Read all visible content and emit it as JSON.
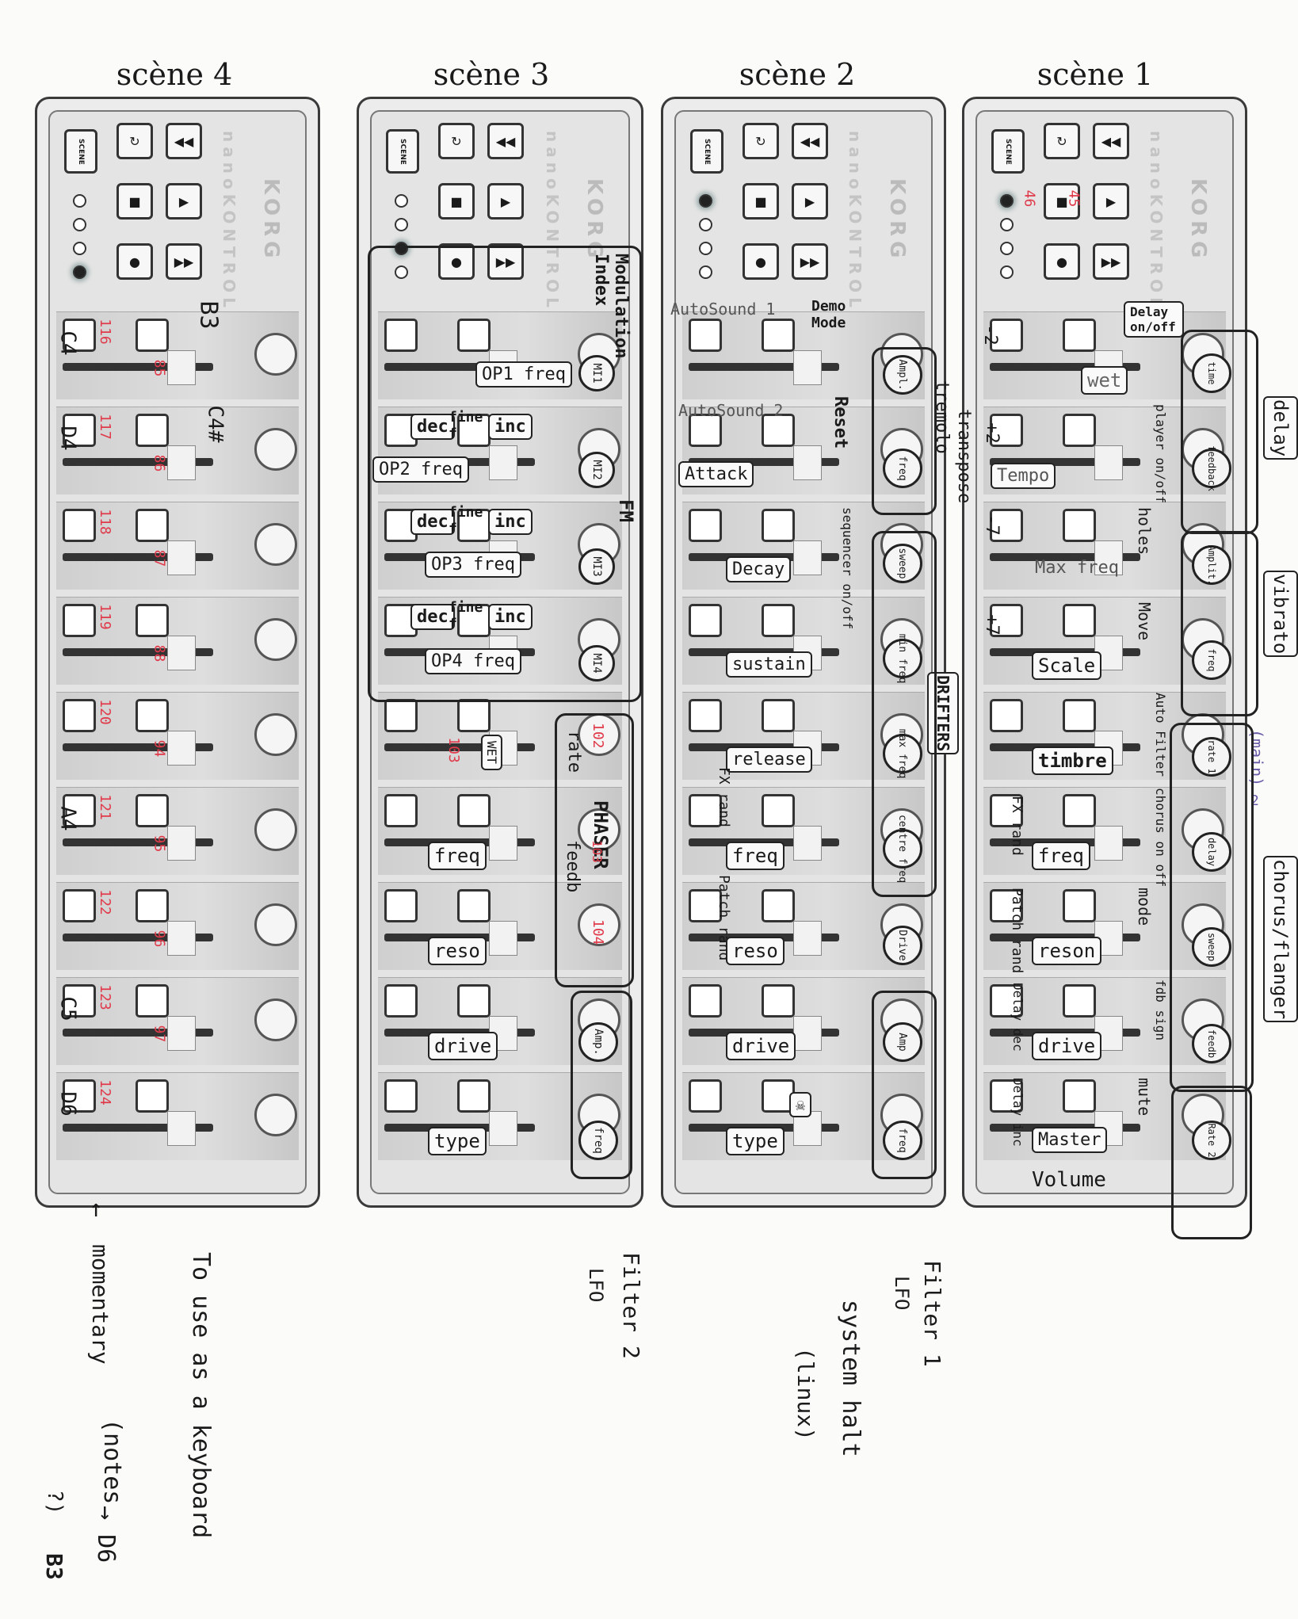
{
  "scenes": {
    "s4": "scène 4",
    "s3": "scène 3",
    "s2": "scène 2",
    "s1": "scène 1"
  },
  "hardware": {
    "brand": "KORG",
    "product": "nanoKONTROL",
    "scene_button": "SCENE"
  },
  "scene4": {
    "notes_left": [
      "C4",
      "D4",
      "",
      "",
      "",
      "A4",
      "",
      "C5",
      "D6"
    ],
    "top_note": "B3",
    "cs_note": "C4#",
    "cc_buttons": [
      "116",
      "117",
      "118",
      "119",
      "120",
      "121",
      "122",
      "123",
      "124"
    ],
    "cc_faders": [
      "85",
      "86",
      "87",
      "88",
      "94",
      "95",
      "96",
      "97"
    ],
    "note_bottom": "momentary",
    "keyboard_note": "To use as a keyboard",
    "notes_range": "(notes",
    "range_b3": "B3",
    "range_arrow": "→ D6",
    "range_q": "?)"
  },
  "scene3": {
    "mod_index": "Modulation Index",
    "fm": "FM",
    "op1": "OP1 freq",
    "op2": "OP2 freq",
    "op3": "OP3 freq",
    "op4": "OP4 freq",
    "dec": "dec",
    "fine": "fine f",
    "inc": "inc",
    "mi1": "MI1",
    "mi2": "MI2",
    "mi3": "MI3",
    "mi4": "MI4",
    "phaser": "PHASER",
    "rate": "rate",
    "feedb": "feedb",
    "wet_cc": "103",
    "wet": "WET",
    "cc102": "102",
    "cc103": "103",
    "cc104": "104",
    "freq": "freq",
    "reso": "reso",
    "drive": "drive",
    "type": "type",
    "amp": "Amp.",
    "lfo_freq": "freq",
    "filter2": "Filter 2",
    "lfo": "LFO"
  },
  "scene2": {
    "autosound1": "AutoSound 1",
    "autosound2": "AutoSound 2",
    "demo": "Demo Mode",
    "reset": "Reset",
    "seq": "sequencer on/off",
    "attack": "Attack",
    "decay": "Decay",
    "sustain": "sustain",
    "release": "release",
    "fx_rand": "FX rand",
    "patch_rand": "Patch rand",
    "freq": "freq",
    "reso": "reso",
    "drive": "drive",
    "type": "type",
    "ampl": "Ampl.",
    "tremolo_freq": "freq",
    "tremolo": "tremolo",
    "transpose": "transpose",
    "sweep": "sweep",
    "min_freq": "min freq",
    "max_freq": "max freq",
    "centre_freq": "centre freq",
    "drifters": "DRIFTERS",
    "drive_knob": "Drive",
    "amp": "Amp",
    "lfo_freq": "freq",
    "halt": "☠",
    "filter1": "Filter 1",
    "lfo": "LFO",
    "system_halt": "system halt",
    "linux": "(linux)"
  },
  "scene1": {
    "delay_onoff": "Delay on/off",
    "m2": "-2",
    "p2": "+2",
    "m7": "-7",
    "p7": "+7",
    "wet": "wet",
    "tempo": "Tempo",
    "maxfreq": "Max freq",
    "scale": "Scale",
    "timbre": "timbre",
    "freq": "freq",
    "reson": "reson",
    "drive": "drive",
    "master": "Master",
    "volume": "Volume",
    "player": "player on/off",
    "holes": "holes",
    "move": "Move",
    "auto_filter": "Auto Filter",
    "chorus": "chorus on off",
    "mode": "mode",
    "fdb_sign": "fdb sign",
    "mute": "mute",
    "fx_rand": "FX rand",
    "patch_rand": "Patch rand",
    "delay_dec": "Delay dec",
    "delay_inc": "Delay inc",
    "time": "time",
    "feedback": "feedback",
    "amplit": "Amplit.",
    "vfreq": "freq",
    "rate1": "rate 1",
    "cdelay": "delay",
    "csweep": "sweep",
    "feedb": "feedb",
    "rate2": "Rate 2",
    "main": "(main)",
    "sub2": "2",
    "delay_group": "delay",
    "vibrato": "vibrato",
    "chorus_group": "chorus/flanger",
    "cc45": "45",
    "cc46": "46"
  }
}
